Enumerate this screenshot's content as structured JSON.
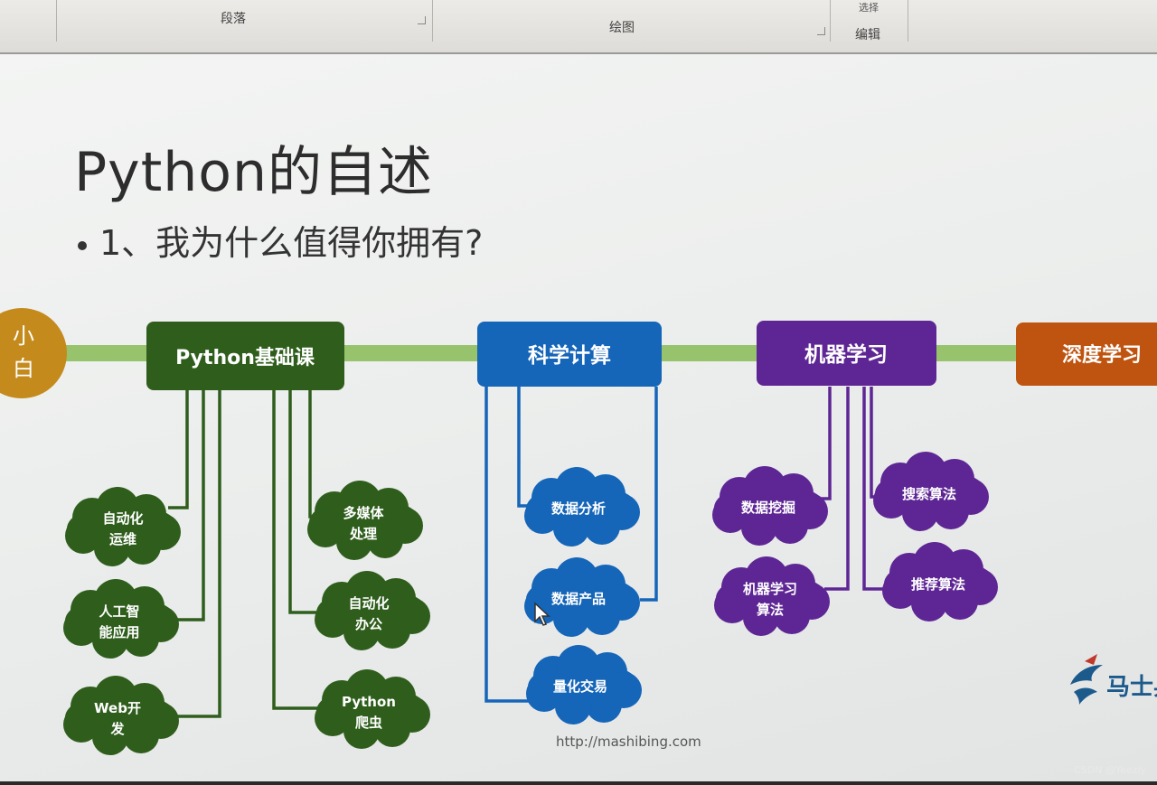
{
  "ribbon": {
    "groups": [
      "段落",
      "绘图",
      "编辑"
    ],
    "clipped_item": "选择"
  },
  "slide": {
    "title": "Python的自述",
    "bullet": "1、我为什么值得你拥有?",
    "url": "http://mashibing.com",
    "logo_text": "马士兵"
  },
  "diagram": {
    "start_node": {
      "label_line1": "小",
      "label_line2": "白",
      "color": "#c48a1c"
    },
    "stages": [
      {
        "label": "Python基础课",
        "color": "#2f5e1c"
      },
      {
        "label": "科学计算",
        "color": "#1565b8"
      },
      {
        "label": "机器学习",
        "color": "#5e2694"
      },
      {
        "label": "深度学习",
        "color": "#bf5410"
      }
    ],
    "timeline_color": "#97c36c",
    "python_basics_items": [
      {
        "line1": "自动化",
        "line2": "运维"
      },
      {
        "line1": "人工智",
        "line2": "能应用"
      },
      {
        "line1": "Web开",
        "line2": "发"
      },
      {
        "line1": "多媒体",
        "line2": "处理"
      },
      {
        "line1": "自动化",
        "line2": "办公"
      },
      {
        "line1": "Python",
        "line2": "爬虫"
      }
    ],
    "scientific_items": [
      {
        "line1": "数据分析"
      },
      {
        "line1": "数据产品"
      },
      {
        "line1": "量化交易"
      }
    ],
    "ml_items": [
      {
        "line1": "数据挖掘"
      },
      {
        "line1": "机器学习",
        "line2": "算法"
      },
      {
        "line1": "搜索算法"
      },
      {
        "line1": "推荐算法"
      }
    ]
  },
  "watermark": "CSDN @Yeeziy"
}
